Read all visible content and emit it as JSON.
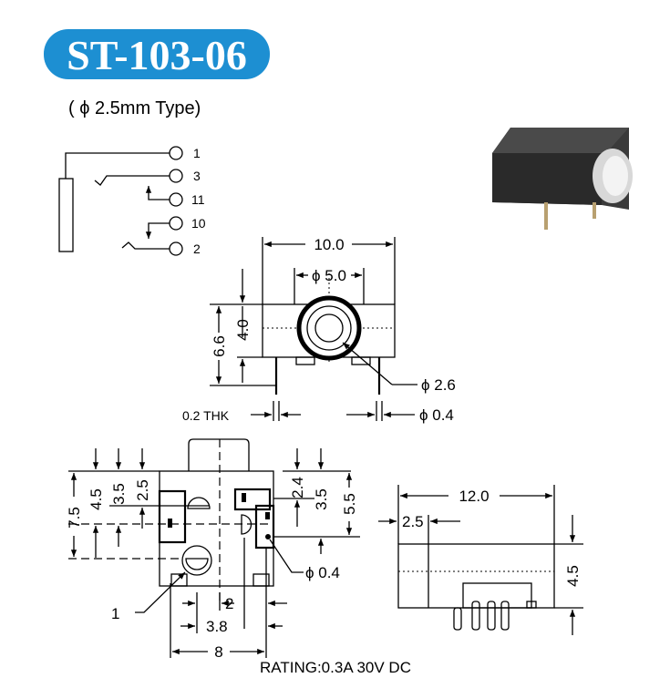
{
  "title": "ST-103-06",
  "subtitle": "( ϕ 2.5mm Type)",
  "colors": {
    "title_bg": "#1d8fd2",
    "title_text": "#ffffff"
  },
  "schematic": {
    "pins": [
      "1",
      "3",
      "11",
      "10",
      "2"
    ]
  },
  "front_view": {
    "width": "10.0",
    "bore": "ϕ 5.0",
    "height_total": "6.6",
    "height_body": "4.0",
    "hole": "ϕ 2.6",
    "thickness": "0.2 THK",
    "pin": "ϕ 0.4"
  },
  "bottom_view": {
    "left_dims": [
      "7.5",
      "4.5",
      "3.5",
      "2.5"
    ],
    "right_dims": [
      "2.4",
      "3.5",
      "5.5"
    ],
    "pin_dia": "ϕ 0.4",
    "pin_label": "1",
    "bottom_dims": [
      "2",
      "3.8",
      "8"
    ]
  },
  "side_view": {
    "length": "12.0",
    "offset": "2.5",
    "height": "4.5"
  },
  "rating": "RATING:0.3A 30V DC"
}
